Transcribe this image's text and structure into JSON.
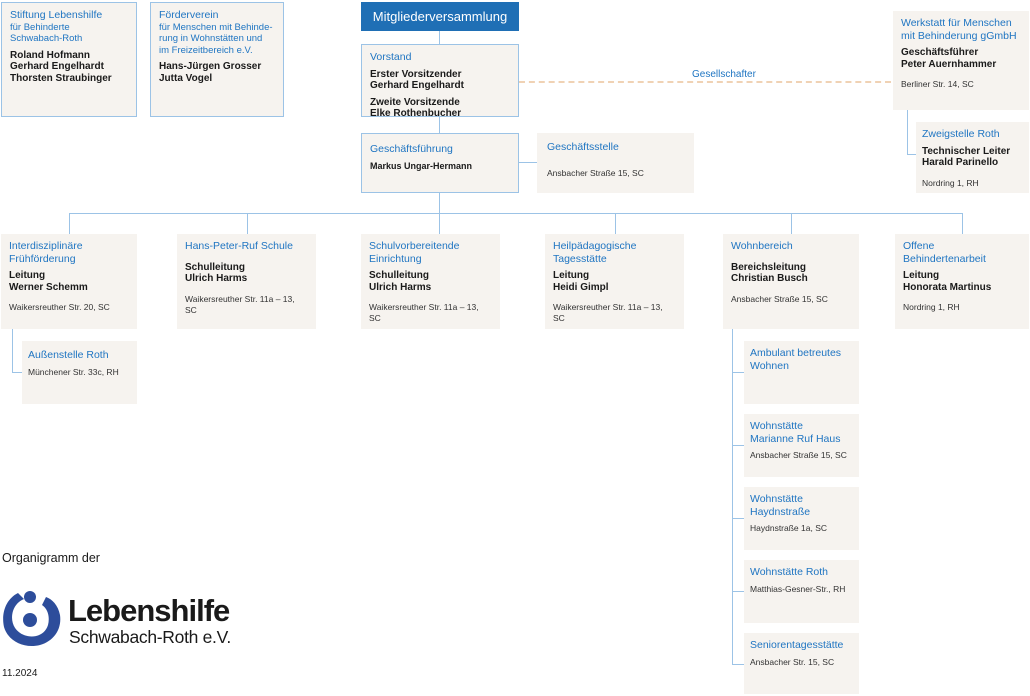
{
  "top": {
    "title": "Mitgliederversammlung"
  },
  "stiftung": {
    "title": "Stiftung Lebenshilfe",
    "subtitle": "für Behinderte\nSchwabach-Roth",
    "names": "Roland Hofmann\nGerhard Engelhardt\nThorsten Straubinger"
  },
  "foerderverein": {
    "title": "Förderverein",
    "subtitle": "für Menschen mit Behinde-\nrung in Wohnstätten und\nim Freizeitbereich e.V.",
    "names": "Hans-Jürgen Grosser\nJutta Vogel"
  },
  "vorstand": {
    "title": "Vorstand",
    "role1": "Erster Vorsitzender\nGerhard Engelhardt",
    "role2": "Zweite Vorsitzende\nElke Rothenbucher"
  },
  "geschaeftsfuehrung": {
    "title": "Geschäftsführung",
    "name": "Markus Ungar-Hermann"
  },
  "geschaeftsstelle": {
    "title": "Geschäftsstelle",
    "address": "Ansbacher Straße 15, SC"
  },
  "gesellschafter_label": "Gesellschafter",
  "werkstatt": {
    "title": "Werkstatt für Menschen\nmit Behinderung gGmbH",
    "names": "Geschäftsführer\nPeter Auernhammer",
    "address": "Berliner Str. 14, SC"
  },
  "zweigstelle": {
    "title": "Zweigstelle Roth",
    "names": "Technischer Leiter\nHarald Parinello",
    "address": "Nordring 1, RH"
  },
  "units": [
    {
      "title": "Interdisziplinäre\nFrühförderung",
      "names": "Leitung\nWerner Schemm",
      "address": "Waikersreuther Str. 20, SC"
    },
    {
      "title": "Hans-Peter-Ruf Schule",
      "names": "Schulleitung\nUlrich Harms",
      "address": "Waikersreuther Str. 11a – 13, SC"
    },
    {
      "title": "Schulvorbereitende\nEinrichtung",
      "names": "Schulleitung\nUlrich Harms",
      "address": "Waikersreuther Str. 11a – 13, SC"
    },
    {
      "title": "Heilpädagogische\nTagesstätte",
      "names": "Leitung\nHeidi Gimpl",
      "address": "Waikersreuther Str. 11a – 13, SC"
    },
    {
      "title": "Wohnbereich",
      "names": "Bereichsleitung\nChristian Busch",
      "address": "Ansbacher Straße 15, SC"
    },
    {
      "title": "Offene\nBehindertenarbeit",
      "names": "Leitung\nHonorata Martinus",
      "address": "Nordring 1, RH"
    }
  ],
  "aussenstelle": {
    "title": "Außenstelle Roth",
    "address": "Münchener Str. 33c, RH"
  },
  "wohn_sub": [
    {
      "title": "Ambulant betreutes\nWohnen",
      "address": ""
    },
    {
      "title": "Wohnstätte\nMarianne Ruf Haus",
      "address": "Ansbacher Straße 15, SC"
    },
    {
      "title": "Wohnstätte\nHaydnstraße",
      "address": "Haydnstraße 1a, SC"
    },
    {
      "title": "Wohnstätte Roth",
      "address": "Matthias-Gesner-Str., RH"
    },
    {
      "title": "Seniorentagesstätte",
      "address": "Ansbacher Str. 15, SC"
    }
  ],
  "footer": {
    "text": "Organigramm der",
    "logo_name": "Lebenshilfe",
    "logo_sub": "Schwabach-Roth e.V.",
    "date": "11.2024"
  },
  "colors": {
    "accent": "#1f75c2",
    "header": "#1f6fb5",
    "box": "#f6f3ef",
    "line": "#9cc3e6",
    "dash": "#f0d2b4"
  }
}
